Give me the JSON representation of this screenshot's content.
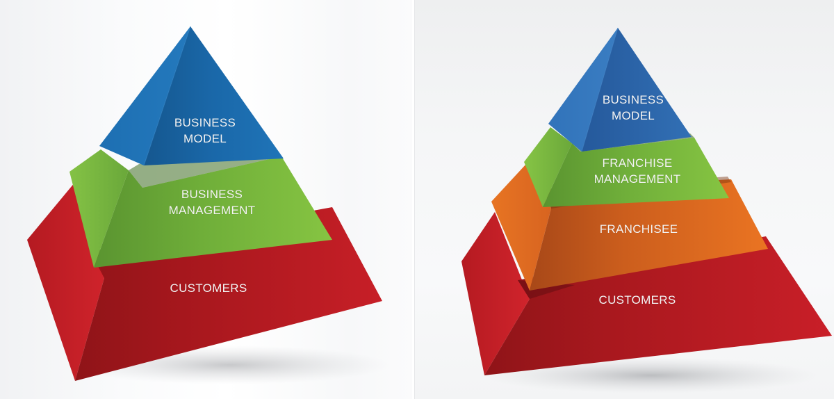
{
  "colors": {
    "blue": "#1f6fb4",
    "blue_dark": "#15568f",
    "green": "#7dbf3f",
    "green_dark": "#5d9a2f",
    "orange": "#e5701f",
    "orange_dark": "#b8521a",
    "red": "#c41e26",
    "red_dark": "#8e1418",
    "label_text": "#f4f4f4"
  },
  "left_pyramid": {
    "tiers": [
      {
        "level": 1,
        "color": "blue",
        "line1": "BUSINESS",
        "line2": "MODEL"
      },
      {
        "level": 2,
        "color": "green",
        "line1": "BUSINESS",
        "line2": "MANAGEMENT"
      },
      {
        "level": 3,
        "color": "red",
        "line1": "CUSTOMERS",
        "line2": ""
      }
    ]
  },
  "right_pyramid": {
    "tiers": [
      {
        "level": 1,
        "color": "blue",
        "line1": "BUSINESS",
        "line2": "MODEL"
      },
      {
        "level": 2,
        "color": "green",
        "line1": "FRANCHISE",
        "line2": "MANAGEMENT"
      },
      {
        "level": 3,
        "color": "orange",
        "line1": "FRANCHISEE",
        "line2": ""
      },
      {
        "level": 4,
        "color": "red",
        "line1": "CUSTOMERS",
        "line2": ""
      }
    ]
  }
}
